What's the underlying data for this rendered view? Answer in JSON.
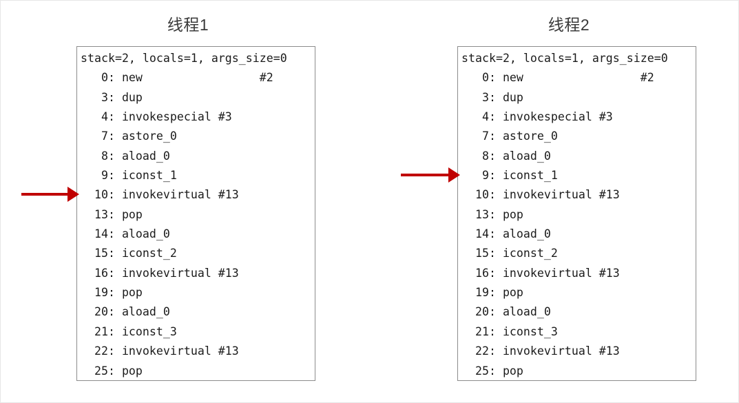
{
  "page": {
    "background_color": "#ffffff",
    "border_color": "#e8e8e8"
  },
  "accent": {
    "arrow_color": "#c00000",
    "box_border_color": "#8c8c8c",
    "code_text_color": "#1b1b1b",
    "title_color": "#3a3a3a"
  },
  "threads": [
    {
      "title": "线程1",
      "bytecode": [
        "stack=2, locals=1, args_size=0",
        "   0: new                 #2",
        "   3: dup",
        "   4: invokespecial #3",
        "   7: astore_0",
        "   8: aload_0",
        "   9: iconst_1",
        "  10: invokevirtual #13",
        "  13: pop",
        "  14: aload_0",
        "  15: iconst_2",
        "  16: invokevirtual #13",
        "  19: pop",
        "  20: aload_0",
        "  21: iconst_3",
        "  22: invokevirtual #13",
        "  25: pop"
      ],
      "pointer": {
        "points_at_line": "  10: invokevirtual #13",
        "line_index": 7
      }
    },
    {
      "title": "线程2",
      "bytecode": [
        "stack=2, locals=1, args_size=0",
        "   0: new                 #2",
        "   3: dup",
        "   4: invokespecial #3",
        "   7: astore_0",
        "   8: aload_0",
        "   9: iconst_1",
        "  10: invokevirtual #13",
        "  13: pop",
        "  14: aload_0",
        "  15: iconst_2",
        "  16: invokevirtual #13",
        "  19: pop",
        "  20: aload_0",
        "  21: iconst_3",
        "  22: invokevirtual #13",
        "  25: pop"
      ],
      "pointer": {
        "points_at_line": "   9: iconst_1",
        "line_index": 6
      }
    }
  ]
}
